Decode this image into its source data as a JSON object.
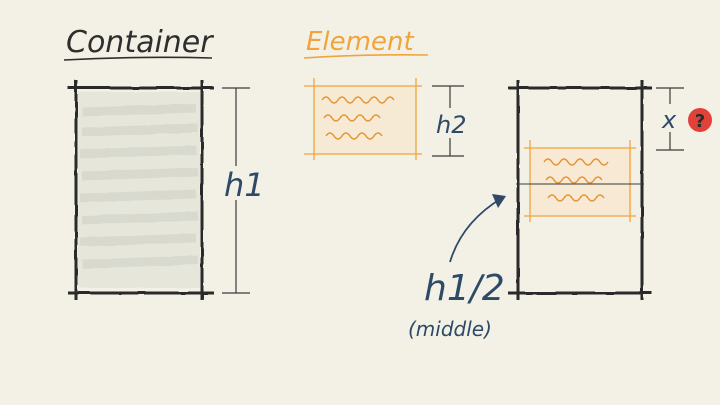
{
  "titles": {
    "container": "Container",
    "element": "Element"
  },
  "labels": {
    "h1": "h1",
    "h2": "h2",
    "x": "x",
    "question": "?",
    "h1_half": "h1/2",
    "middle": "(middle)"
  },
  "colors": {
    "background": "#f3f1e6",
    "ink": "#3a3a3a",
    "accent": "#f1a43a",
    "label": "#2f4a66",
    "badge": "#e2413a"
  },
  "icons": {
    "question_badge": "question-mark-circle-icon",
    "pointer_arrow": "curved-arrow-icon"
  }
}
